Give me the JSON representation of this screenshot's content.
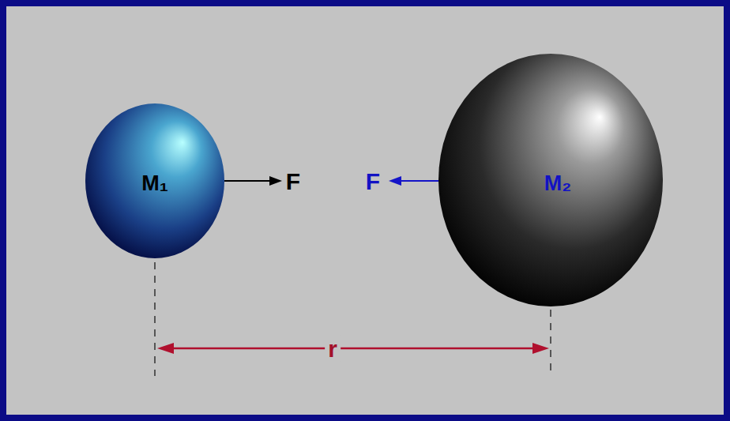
{
  "diagram": {
    "nodes": [
      {
        "text": [
          "M₁"
        ]
      },
      {
        "text": [
          "M₂"
        ]
      }
    ],
    "labels": [
      "F",
      "F",
      "r"
    ]
  }
}
